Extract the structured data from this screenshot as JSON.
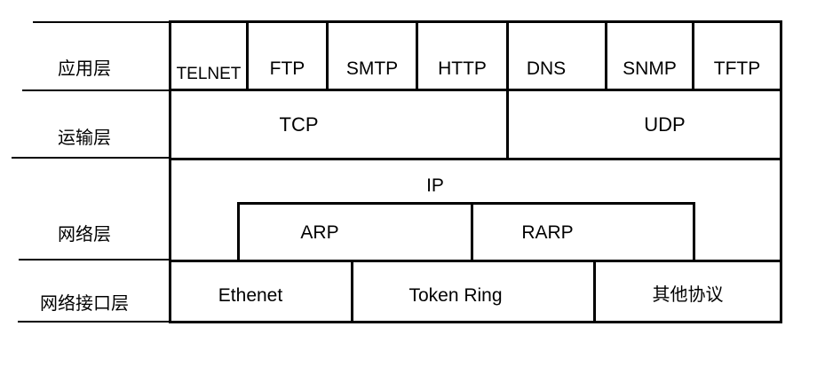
{
  "layers": {
    "application": {
      "label": "应用层",
      "protocols": [
        "TELNET",
        "FTP",
        "SMTP",
        "HTTP",
        "DNS",
        "SNMP",
        "TFTP"
      ]
    },
    "transport": {
      "label": "运输层",
      "protocols": [
        "TCP",
        "UDP"
      ]
    },
    "network": {
      "label": "网络层",
      "ip": "IP",
      "arp": "ARP",
      "rarp": "RARP"
    },
    "network_interface": {
      "label": "网络接口层",
      "items": [
        "Ethenet",
        "Token Ring",
        "其他协议"
      ]
    }
  },
  "colors": {
    "background": "#ffffff",
    "line": "#000000",
    "text": "#000000"
  }
}
